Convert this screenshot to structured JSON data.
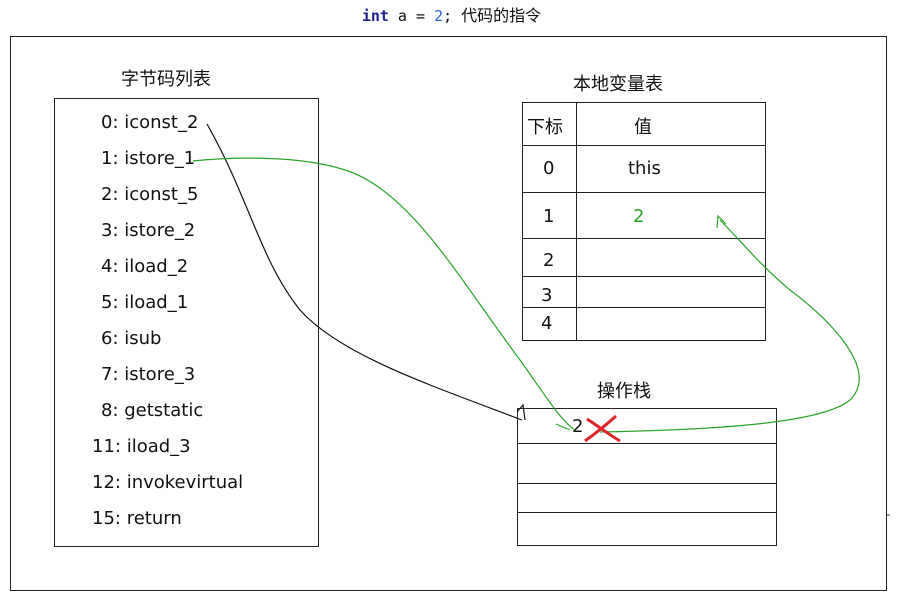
{
  "header": {
    "keyword": "int",
    "code_middle": " a = ",
    "number": "2",
    "code_end": "; ",
    "caption": "代码的指令"
  },
  "bytecode": {
    "title": "字节码列表",
    "instructions": [
      "0: iconst_2",
      "1: istore_1",
      "2: iconst_5",
      "3: istore_2",
      "4: iload_2",
      "5: iload_1",
      "6: isub",
      "7: istore_3",
      "8: getstatic",
      "11: iload_3",
      "12: invokevirtual",
      "15: return"
    ]
  },
  "local_vars": {
    "title": "本地变量表",
    "header_index": "下标",
    "header_value": "值",
    "rows": [
      {
        "index": "0",
        "value": "this"
      },
      {
        "index": "1",
        "value": "2"
      },
      {
        "index": "2",
        "value": ""
      },
      {
        "index": "3",
        "value": ""
      },
      {
        "index": "4",
        "value": ""
      }
    ]
  },
  "operand_stack": {
    "title": "操作栈",
    "top_value": "2"
  },
  "colors": {
    "arrow_black": "#111111",
    "arrow_green": "#2aa52a",
    "cross_red": "#e0242a",
    "value_green": "#2aa52a"
  },
  "icons": {
    "cross": "red-x-cross-icon"
  }
}
